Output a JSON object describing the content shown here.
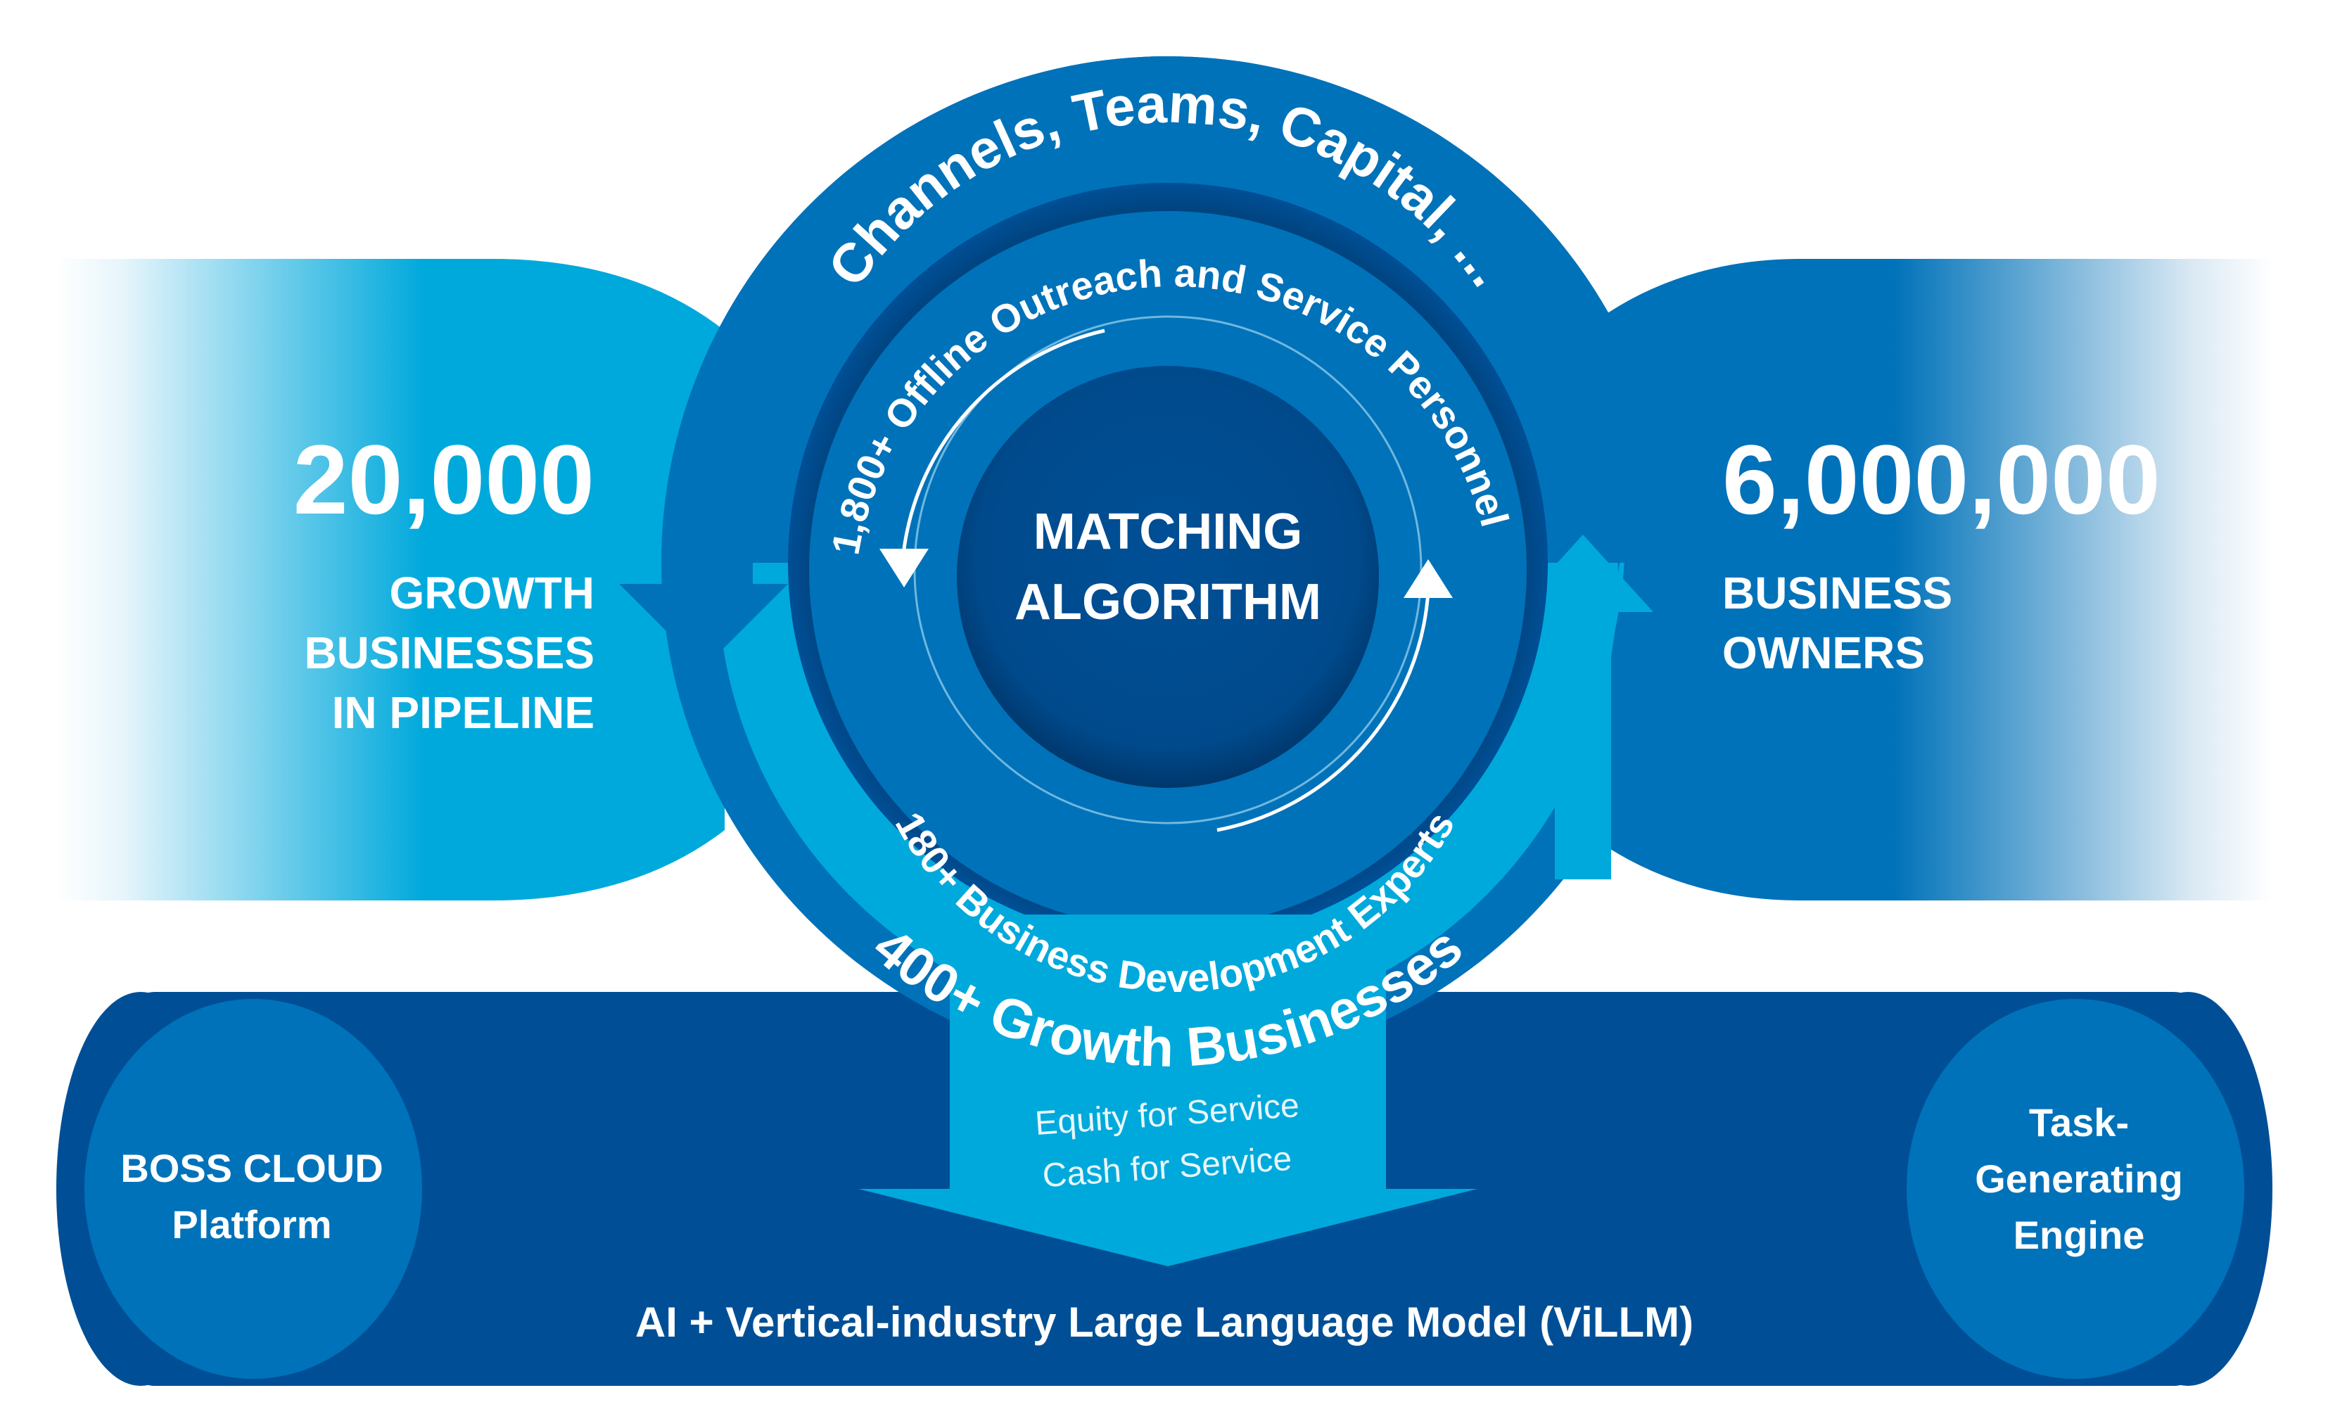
{
  "colors": {
    "light_cyan": "#00a9dc",
    "mid_blue": "#0072b9",
    "deep_blue": "#004f96",
    "center_dark": "#003b73",
    "text": "#ffffff"
  },
  "left_panel": {
    "number": "20,000",
    "lines": [
      "GROWTH",
      "BUSINESSES",
      "IN PIPELINE"
    ]
  },
  "right_panel": {
    "number": "6,000,000",
    "lines": [
      "BUSINESS",
      "OWNERS"
    ]
  },
  "outer_ring_text": "Channels, Teams, Capital, ...",
  "inner_ring_top_text": "1,800+ Offline Outreach and Service Personnel",
  "inner_ring_bottom_text": "180+ Business Development Experts",
  "growth_ring_text": "400+ Growth Businesses",
  "center": {
    "lines": [
      "MATCHING",
      "ALGORITHM"
    ]
  },
  "down_arrow": {
    "lines": [
      "Equity for Service",
      "Cash for Service"
    ]
  },
  "bottom_band": {
    "title": "AI + Vertical-industry Large Language Model (ViLLM)",
    "left_cap": [
      "BOSS CLOUD",
      "Platform"
    ],
    "right_cap": [
      "Task-",
      "Generating",
      "Engine"
    ]
  }
}
